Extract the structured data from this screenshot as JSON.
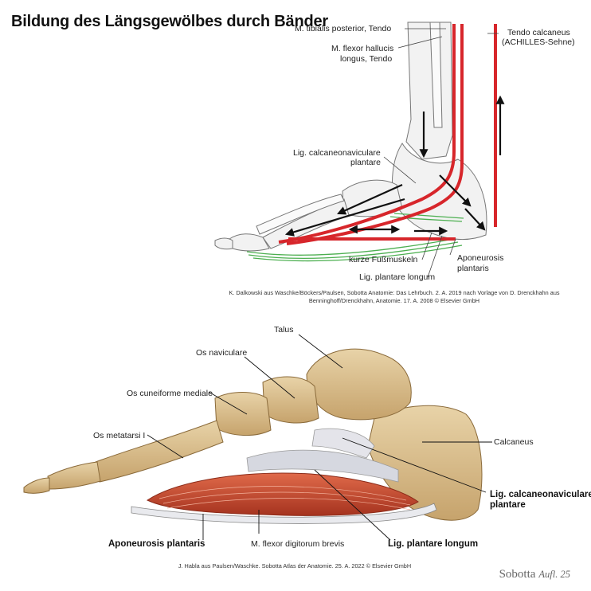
{
  "title": "Bildung des Längsgewölbes durch Bänder",
  "top_figure": {
    "labels": {
      "tibialis": "M. tibialis posterior, Tendo",
      "flexor_hallucis_1": "M. flexor hallucis",
      "flexor_hallucis_2": "longus, Tendo",
      "tendo_calcaneus_1": "Tendo calcaneus",
      "tendo_calcaneus_2": "(ACHILLES-Sehne)",
      "calcaneonavicular_1": "Lig. calcaneonaviculare",
      "calcaneonavicular_2": "plantare",
      "kurze_fussmuskeln": "kurze Fußmuskeln",
      "aponeurosis_1": "Aponeurosis",
      "aponeurosis_2": "plantaris",
      "plantare_longum": "Lig. plantare longum"
    },
    "credit_1": "K. Dalkowski aus Waschke/Böckers/Paulsen, Sobotta Anatomie: Das Lehrbuch. 2. A. 2019 nach Vorlage von D. Drenckhahn aus",
    "credit_2": "Benninghoff/Drenckhahn, Anatomie. 17. A. 2008  © Elsevier GmbH"
  },
  "bottom_figure": {
    "labels": {
      "talus": "Talus",
      "os_naviculare": "Os naviculare",
      "os_cuneiforme": "Os cuneiforme mediale",
      "os_metatarsi": "Os metatarsi I",
      "calcaneus": "Calcaneus",
      "lig_calc_nav_1": "Lig. calcaneonaviculare",
      "lig_calc_nav_2": "plantare",
      "aponeurosis": "Aponeurosis plantaris",
      "flexor_digitorum": "M. flexor digitorum brevis",
      "lig_plantare_longum": "Lig. plantare longum"
    },
    "credit": "J. Habla aus Paulsen/Waschke. Sobotta Atlas der Anatomie. 25. A. 2022 © Elsevier GmbH"
  },
  "brand": {
    "name": "Sobotta",
    "edition": "Aufl. 25"
  },
  "colors": {
    "tendon_red": "#d7262b",
    "ligament_green": "#4caf50",
    "bone": "#d9bf93",
    "muscle": "#c8553c",
    "arrow": "#111111"
  }
}
